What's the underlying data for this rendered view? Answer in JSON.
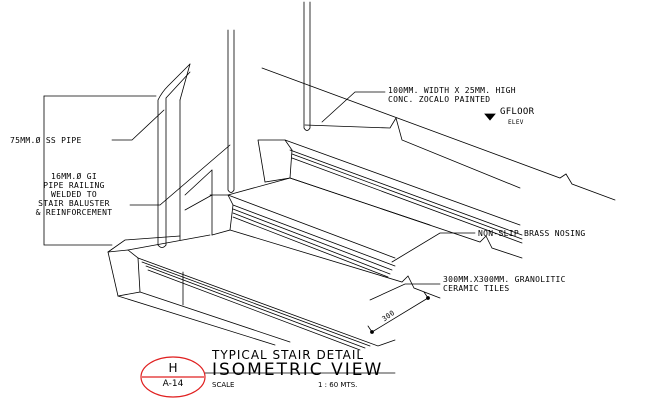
{
  "annotations": {
    "ss_pipe": "75MM.Ø SS PIPE",
    "gi_railing": [
      "16MM.Ø GI",
      "PIPE RAILING",
      "WELDED TO",
      "STAIR BALUSTER",
      "& REINFORCEMENT"
    ],
    "zocalo": [
      "100MM. WIDTH X 25MM. HIGH",
      "CONC. ZOCALO PAINTED"
    ],
    "floor_mark": "GFLOOR",
    "floor_elev": "ELEV",
    "nosing": "NON-SLIP BRASS NOSING",
    "tiles": [
      "300MM.X300MM. GRANOLITIC",
      "CERAMIC TILES"
    ],
    "dimension": "300"
  },
  "title_block": {
    "subtitle": "TYPICAL STAIR DETAIL",
    "title": "ISOMETRIC VIEW",
    "scale_label": "SCALE",
    "scale_value": "1 : 60 MTS.",
    "bubble_letter": "H",
    "bubble_sheet": "A-14",
    "bubble_color": "#e02020"
  }
}
